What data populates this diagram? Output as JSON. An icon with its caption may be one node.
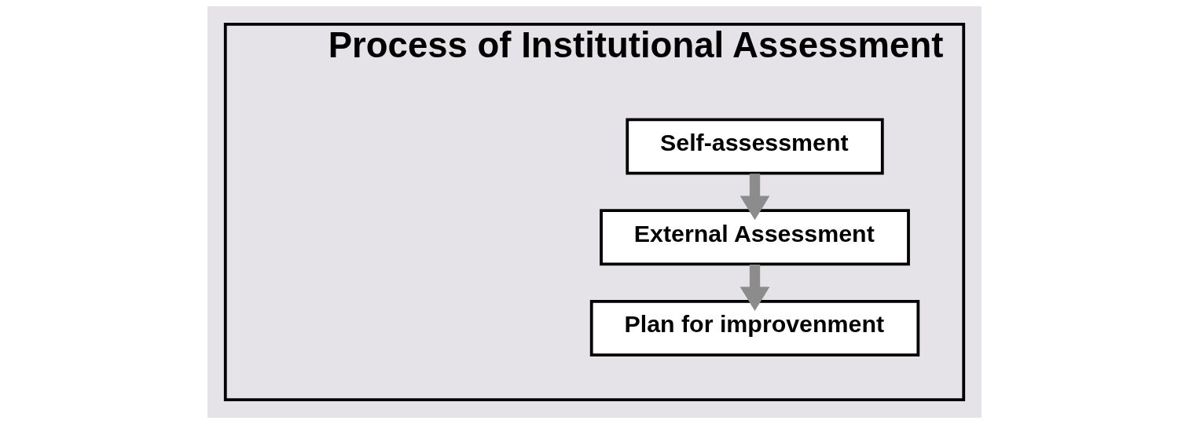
{
  "diagram": {
    "nodes": [
      {
        "text": [
          "Process of Institutional Assessment"
        ]
      },
      {
        "text": [
          "Self-assessment"
        ],
        "in": 0
      },
      {
        "text": [
          "External Assessment"
        ],
        "in": 0
      },
      {
        "text": [
          "Plan for improvenment"
        ],
        "in": 0
      }
    ],
    "edges": [
      {
        "from": 1,
        "to": 2,
        "arrow": "to"
      },
      {
        "from": 2,
        "to": 3,
        "arrow": "to"
      }
    ]
  }
}
